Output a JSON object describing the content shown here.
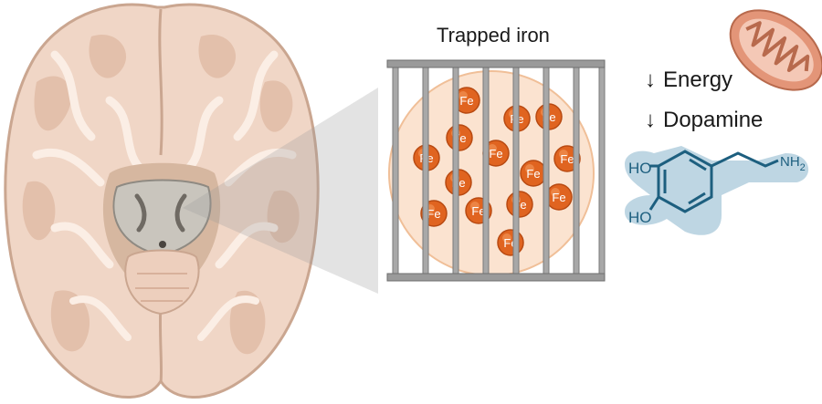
{
  "title": "Trapped iron",
  "effects": [
    {
      "arrow": "↓",
      "label": "Energy"
    },
    {
      "arrow": "↓",
      "label": "Dopamine"
    }
  ],
  "iron_label": "Fe",
  "iron_count": 14,
  "molecule": {
    "name": "dopamine",
    "groups": [
      "HO",
      "HO",
      "NH2"
    ]
  },
  "icons": [
    "brain-icon",
    "mitochondrion-icon",
    "cage-icon",
    "dopamine-structure-icon"
  ],
  "colors": {
    "brain": "#f1d7c8",
    "brain_dark": "#d9b9a5",
    "iron": "#e06420",
    "iron_halo": "#fbe2cc",
    "bars": "#9a9a9a",
    "molecule_bg": "#b7d1e0",
    "molecule_line": "#1d5f7f",
    "mito": "#e39578"
  }
}
